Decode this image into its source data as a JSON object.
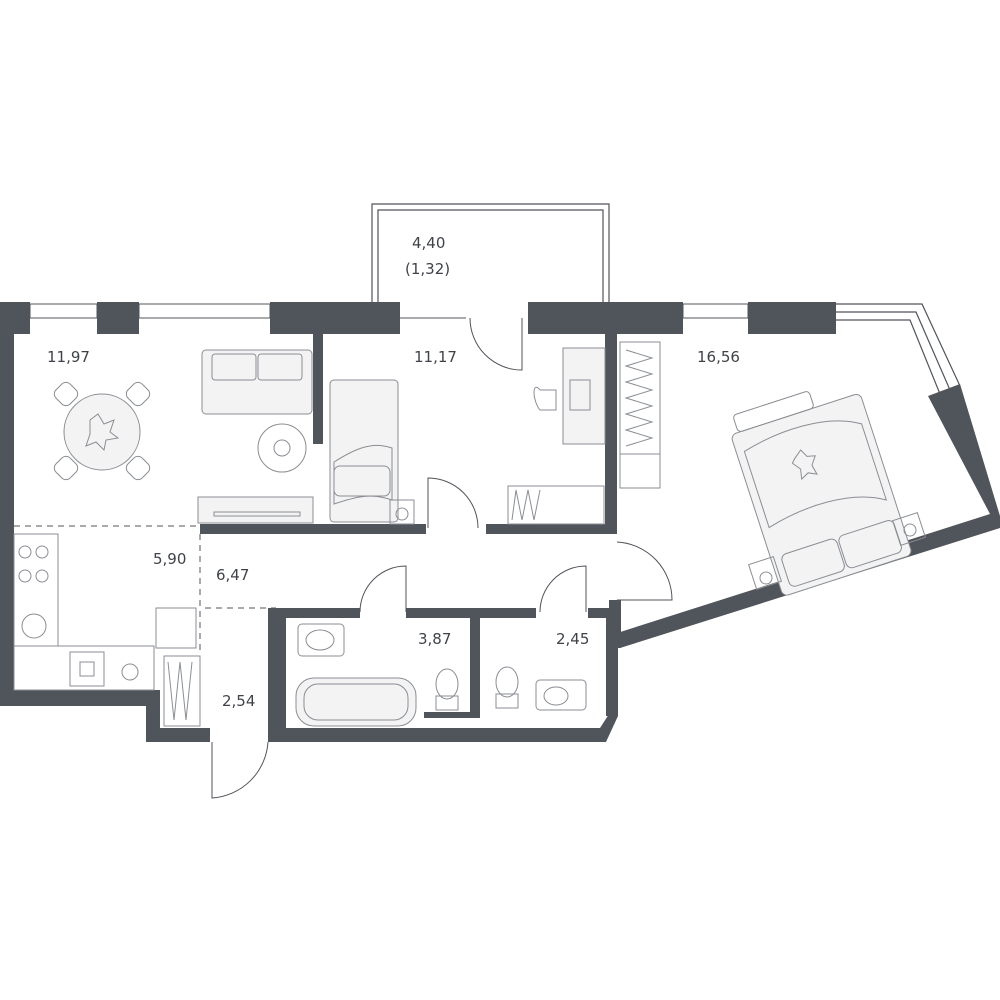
{
  "rooms": [
    {
      "id": "balcony",
      "area": "4,40",
      "area_reduced": "(1,32)"
    },
    {
      "id": "living",
      "area": "11,97"
    },
    {
      "id": "bedroom-middle",
      "area": "11,17"
    },
    {
      "id": "bedroom-right",
      "area": "16,56"
    },
    {
      "id": "kitchen",
      "area": "5,90"
    },
    {
      "id": "hallway",
      "area": "6,47"
    },
    {
      "id": "bathroom",
      "area": "3,87"
    },
    {
      "id": "toilet",
      "area": "2,45"
    },
    {
      "id": "entrance",
      "area": "2,54"
    }
  ],
  "colors": {
    "wall": "#50545b",
    "furniture": "#8a8e93",
    "text": "#3f4348"
  }
}
